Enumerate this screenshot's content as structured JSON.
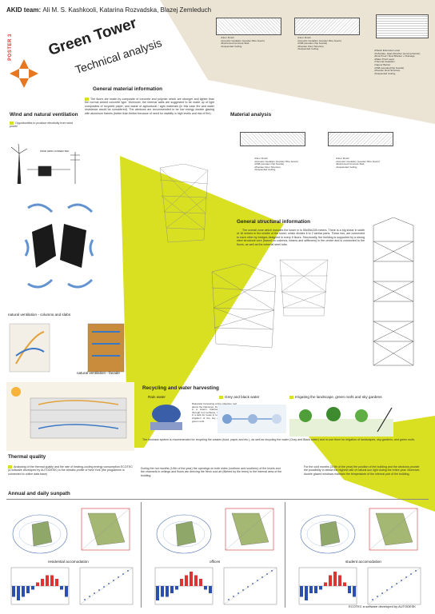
{
  "header": {
    "team_label": "AKID team:",
    "team_members": "Ali M. S. Kashkooli, Katarina Rozvadska, Blazej Zemleduch",
    "poster_tag": "POSTER 3",
    "title": "Green Tower",
    "subtitle": "Technical analysis"
  },
  "colors": {
    "accent": "#d9e021",
    "beige": "#ebe4d4",
    "logo": "#e87722"
  },
  "material_details": {
    "title": "Material analysis",
    "detail_1": [
      "•Floor Finish",
      "•Acoustic insulation (wooden fibre board )",
      "•Reinforced Concrete Slab",
      "•Suspended Ceiling"
    ],
    "detail_2": [
      "•Floor Finish",
      "•Acoustic insulation (wooden fibre board )",
      "•OSB (wooden chip boards)",
      "•Wooden Floor Structure",
      "•Suspended Ceiling"
    ],
    "detail_3": [
      "•Plastic Extensive Local",
      "•Substrate- Heat Absorber (summer/winter)",
      "•Root Proof / Root Blocker + Drainage",
      "•Water Proof Layer",
      "•Thermal Insulation",
      "•Vapour Barrier",
      "•OSB (wooden/chip boards)",
      "•Wooden Roof Structure",
      "•Suspended Ceiling"
    ],
    "detail_4": [
      "•Floor Finish",
      "•Acoustic insulation (wooden fibre board )",
      "•OSB (wooden chip boards)",
      "•Wooden Floor Structure",
      "•Suspended Ceiling"
    ],
    "detail_5": [
      "•Floor Finish",
      "•Acoustic insulation (wooden fibre board )",
      "•Reinforced Concrete Slab",
      "•Suspended Ceiling"
    ]
  },
  "general_material": {
    "title": "General material information",
    "text": "The floors are made by composite of concrete and polymer which are stronger and lighter than the normal armed concrete type. Moreover, the internal walls are suggested to be made up of light composites of recycled paper, and waste of agricultural / agro materials (in this case fire and water resistance would be considered). The windows are recommended to be low energy double glazing with aluminum frames (better than timber because of need for stability in high levels and risk of fire)."
  },
  "wind": {
    "title": "Wind and natural ventilation",
    "bullet": "Opportunities to produce electricity from wind power",
    "diagram_label": "WIND GRID-CONNECTED"
  },
  "structure": {
    "title": "General structural information",
    "text": "The overall zone which includes the tower in is 55x55x228 meters. There is a big shear in width of 16 meters in the middle of the tower; which divides it to 2 similar parts. These two, are connected to each other by bridges designed in every 5 floors. Structurally, the building is supported by a strong steel structural core (based on columns, beams and stiffeners) in the centre and is connected to the floors, as well as the external steel tube."
  },
  "ventilation": {
    "columns_slabs": "natural ventilation - columns and slabs",
    "facade": "natural ventilation - facade"
  },
  "recycling": {
    "title": "Recycling and water harvesting",
    "rain": "Rain water",
    "grey": "Grey and black water",
    "irrigating": "Irrigating the landscape, green roofs and sky gardens",
    "rain_text": "Rainwater harvesting at the collection roof above the balconies, then they are stored in a cistern. Rainwater is collected through roof surfaces, filtered and stored in a tank for reuse in toilets, washing and irrigation of the sky gardens and the green roofs.",
    "text": "The biomass system is recommended for recycling the wastes (food, paper and etc.), as well as recycling the water (Gray and Black water) and re-use them for irrigation of landscapes, sky-gardens, and green roofs."
  },
  "thermal": {
    "title": "Thermal quality",
    "bullet": "Analysing of the thermal quality and the rate of heating-cooling energy consumption ECOTEC (a software developed by AUTODESK) in the climatic profile of New York (the programme is connected to online data base)",
    "hot_text": "During the hot months (1/4th of the year) the openings on both sides (northern and southern) of the levels and the channels in ceilings and floors are deriving the fresh cool air (filtered by the trees) to the internal area of the building.",
    "cold_text": "For the cold months (3/4th of the year) the position of the building and the windows provide the possibility to attract the highest rate of natural sun light during the entire year. Moreover, double glazed windows maintain the temperature of the internal part of the building."
  },
  "sunpath": {
    "title": "Annual and daily sunpath",
    "labels": [
      "residential accomodation",
      "offices",
      "student accomodation"
    ],
    "footer": "ECOTEC a software developed by AUTODESK",
    "bar_values": [
      [
        -3,
        -4,
        -3,
        -2,
        -1,
        1,
        2,
        3,
        3,
        2,
        -1,
        -3
      ],
      [
        -4,
        -3,
        -3,
        -2,
        -1,
        2,
        3,
        4,
        3,
        2,
        -1,
        -2
      ],
      [
        -3,
        -4,
        -2,
        -2,
        -1,
        1,
        3,
        4,
        3,
        1,
        -2,
        -3
      ]
    ]
  }
}
